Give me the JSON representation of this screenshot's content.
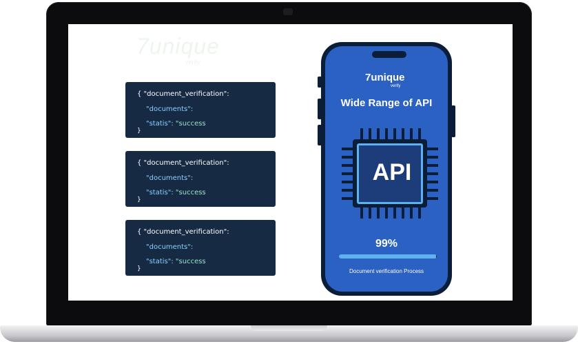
{
  "faded_logo": {
    "text": "7unique",
    "sub": "verify"
  },
  "cards": [
    {
      "line1": "{ \"document_verification\":",
      "line2": "\"documents\":",
      "line3_key": "\"statis\": ",
      "line3_val": "\"success",
      "line4": "}"
    },
    {
      "line1": "{ \"document_verification\":",
      "line2": "\"documents\":",
      "line3_key": "\"statis\": ",
      "line3_val": "\"success",
      "line4": "}"
    },
    {
      "line1": "{ \"document_verification\":",
      "line2": "\"documents\":",
      "line3_key": "\"statis\": ",
      "line3_val": "\"success",
      "line4": "}"
    }
  ],
  "phone": {
    "brand": "7unique",
    "brand_sub": "verify",
    "headline": "Wide Range of API",
    "chip_label": "API",
    "progress_text": "99%",
    "progress_value": 0.99,
    "caption": "Document verification Process"
  },
  "colors": {
    "phone_screen": "#2a61c2",
    "phone_frame": "#0a1e3a",
    "card_bg": "#162a44",
    "accent": "#5fb2f0"
  }
}
